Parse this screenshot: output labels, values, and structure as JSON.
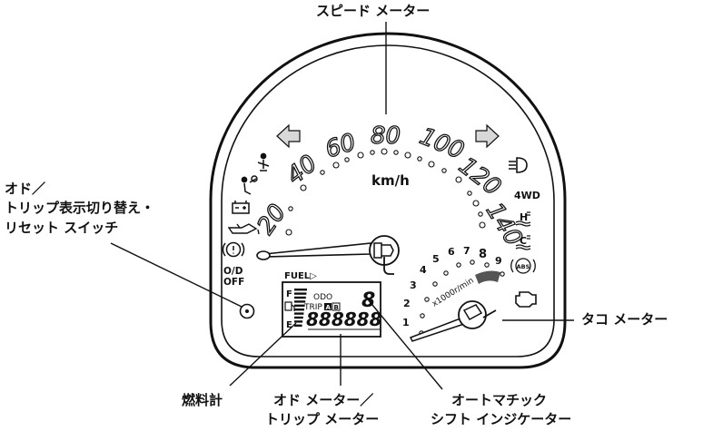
{
  "callouts": {
    "speedometer": "スピード メーター",
    "odo_switch_lines": [
      "オド／",
      "トリップ表示切り替え・",
      "リセット スイッチ"
    ],
    "tachometer": "タコ メーター",
    "fuel_gauge": "燃料計",
    "odo_trip_lines": [
      "オド メーター／",
      "トリップ メーター"
    ],
    "at_indicator_lines": [
      "オートマチック",
      "シフト インジケーター"
    ]
  },
  "speedometer": {
    "unit": "km/h",
    "scale_labels": [
      "20",
      "40",
      "60",
      "80",
      "100",
      "120",
      "140"
    ]
  },
  "tachometer": {
    "unit": "x1000r/min",
    "scale_labels": [
      "1",
      "2",
      "3",
      "4",
      "5",
      "6",
      "7",
      "8",
      "9"
    ]
  },
  "indicators": {
    "od_off": [
      "O/D",
      "OFF"
    ],
    "four_wd": "4WD",
    "abs": "ABS",
    "hi_temp": "H",
    "lo_temp": "C"
  },
  "lcd": {
    "fuel_label": "FUEL▷",
    "fuel_full": "F",
    "fuel_empty": "E",
    "odo": "ODO",
    "trip": "TRIP",
    "trip_a": "A",
    "trip_b": "B",
    "digits": "888888",
    "shift_digit": "8"
  }
}
